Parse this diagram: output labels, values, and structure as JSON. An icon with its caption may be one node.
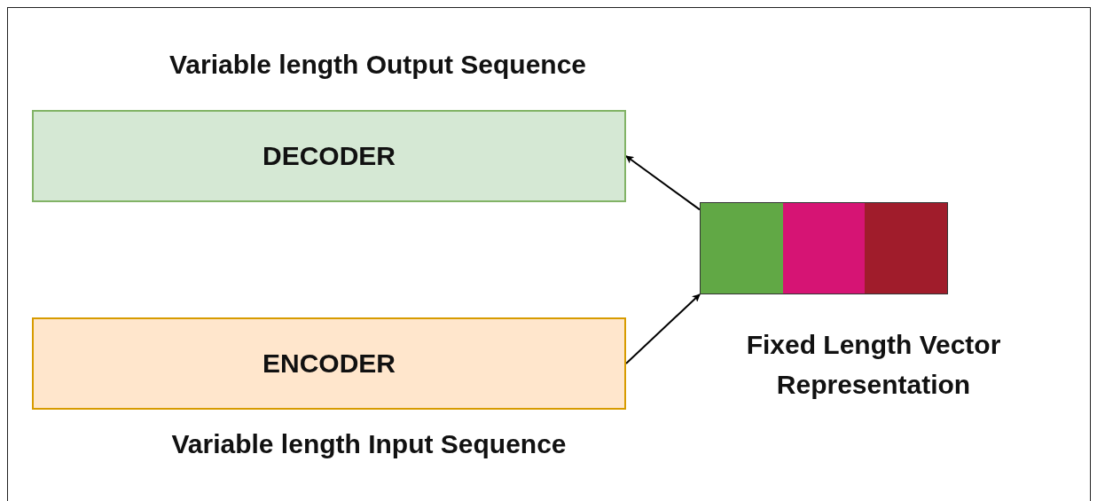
{
  "diagram": {
    "nodes": [
      {
        "text": [
          "DECODER"
        ],
        "beside": [
          "Variable length Output Sequence"
        ]
      },
      {
        "text": [
          "ENCODER"
        ],
        "beside": [
          "Variable length Input Sequence"
        ]
      },
      {
        "text": [],
        "shape": "box",
        "beside": [
          "Fixed Length Vector Representation"
        ]
      }
    ],
    "edges": [
      {
        "from": 1,
        "to": 2,
        "arrow": "to"
      },
      {
        "from": 2,
        "to": 0,
        "arrow": "to"
      }
    ]
  }
}
